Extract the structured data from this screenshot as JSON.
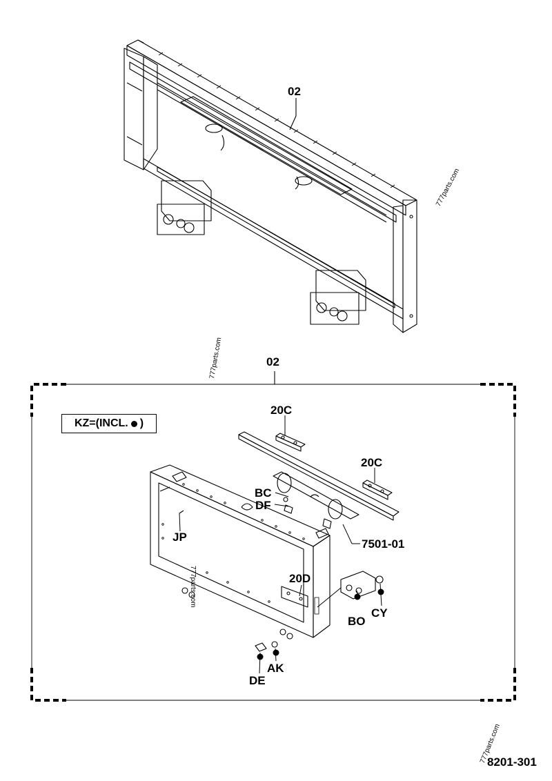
{
  "diagram": {
    "top_callout": "02",
    "group_callout": "02",
    "legend": {
      "text_before": "KZ=(INCL.",
      "text_after": ")",
      "symbol": "filled-dot"
    },
    "callouts": {
      "c20c_a": "20C",
      "c20c_b": "20C",
      "bc": "BC",
      "df": "DF",
      "jp": "JP",
      "c7501": "7501-01",
      "c20d": "20D",
      "bo": "BO",
      "cy": "CY",
      "ak": "AK",
      "de": "DE"
    },
    "watermark": "777parts.com",
    "drawing_number": "8201-301"
  }
}
